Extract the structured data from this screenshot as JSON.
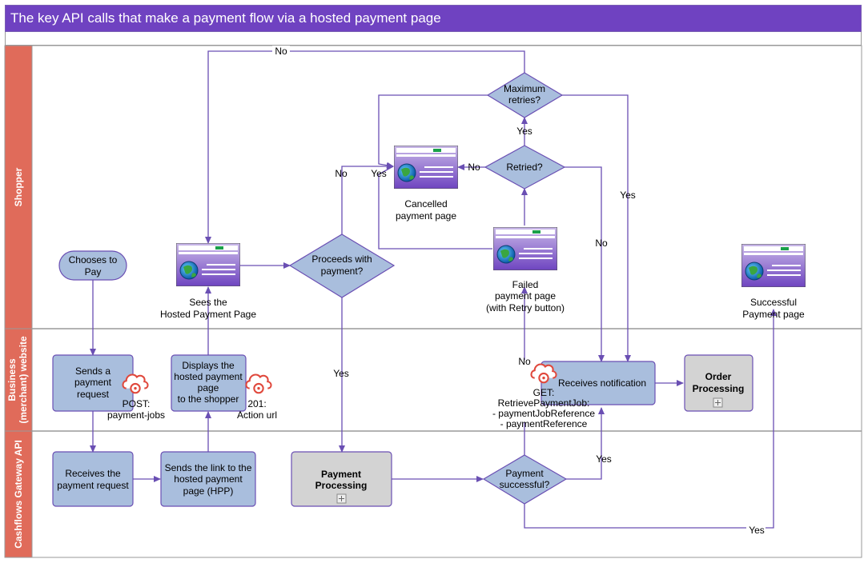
{
  "title": "The key API calls that make a payment flow via a hosted payment page",
  "lanes": {
    "shopper": "Shopper",
    "business_line1": "Business",
    "business_line2": "(merchant) website",
    "api": "Cashflows Gateway API"
  },
  "nodes": {
    "chooses_to_pay": [
      "Chooses to",
      "Pay"
    ],
    "sees_hpp": [
      "Sees the",
      "Hosted Payment Page"
    ],
    "proceeds": [
      "Proceeds with",
      "payment?"
    ],
    "cancelled": [
      "Cancelled",
      "payment page"
    ],
    "max_retries": [
      "Maximum",
      "retries?"
    ],
    "retried": "Retried?",
    "failed": [
      "Failed",
      "payment page",
      "(with Retry button)"
    ],
    "successful_page": [
      "Successful",
      "Payment page"
    ],
    "sends_request": [
      "Sends a",
      "payment",
      "request"
    ],
    "displays_hpp": [
      "Displays the",
      "hosted payment",
      "page",
      "to the shopper"
    ],
    "receives_notification": "Receives notification",
    "order_processing": [
      "Order",
      "Processing"
    ],
    "receives_request": [
      "Receives the",
      "payment request"
    ],
    "sends_link": [
      "Sends the link to the",
      "hosted payment",
      "page (HPP)"
    ],
    "payment_processing": [
      "Payment",
      "Processing"
    ],
    "payment_successful": [
      "Payment",
      "successful?"
    ]
  },
  "api_labels": {
    "post": [
      "POST:",
      "payment-jobs"
    ],
    "resp201": [
      "201:",
      "Action url"
    ],
    "get": [
      "GET:",
      "RetrievePaymentJob:",
      "- paymentJobReference",
      "- paymentReference"
    ]
  },
  "edge_labels": {
    "no": "No",
    "yes": "Yes"
  },
  "colors": {
    "title_bg": "#6f42c1",
    "lane_header": "#e06b5a",
    "process_fill": "#a9bedd",
    "decision_fill": "#a9bedd",
    "subprocess_fill": "#d3d3d3",
    "connector": "#6a4fb3",
    "cloud_icon": "#e0483c"
  }
}
